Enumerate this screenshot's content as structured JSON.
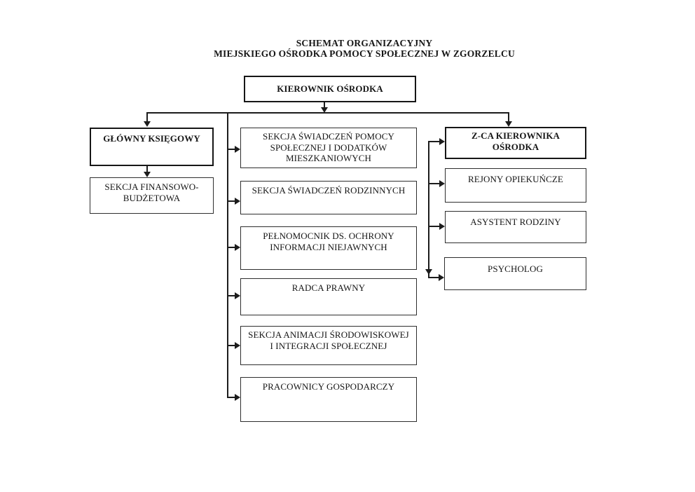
{
  "title": {
    "line1": "SCHEMAT ORGANIZACYJNY",
    "line2": "MIEJSKIEGO OŚRODKA POMOCY SPOŁECZNEJ W ZGORZELCU"
  },
  "nodes": {
    "kierownik_osrodka": {
      "lines": [
        "KIEROWNIK OŚRODKA"
      ]
    },
    "glowny_ksiegowy": {
      "lines": [
        "GŁÓWNY KSIĘGOWY"
      ]
    },
    "sekcja_finansowo": {
      "lines": [
        "SEKCJA FINANSOWO-",
        "BUDŻETOWA"
      ]
    },
    "sekcja_swiadczen_pomocy": {
      "lines": [
        "SEKCJA ŚWIADCZEŃ POMOCY",
        "SPOŁECZNEJ I DODATKÓW",
        "MIESZKANIOWYCH"
      ]
    },
    "sekcja_swiadczen_rodzinnych": {
      "lines": [
        "SEKCJA ŚWIADCZEŃ RODZINNYCH"
      ]
    },
    "pelnomocnik": {
      "lines": [
        "PEŁNOMOCNIK DS. OCHRONY",
        "INFORMACJI NIEJAWNYCH"
      ]
    },
    "radca_prawny": {
      "lines": [
        "RADCA PRAWNY"
      ]
    },
    "sekcja_animacji": {
      "lines": [
        "SEKCJA ANIMACJI ŚRODOWISKOWEJ",
        "I INTEGRACJI SPOŁECZNEJ"
      ]
    },
    "pracownicy_gospodarczy": {
      "lines": [
        "PRACOWNICY GOSPODARCZY"
      ]
    },
    "zca_kierownika": {
      "lines": [
        "Z-CA KIEROWNIKA",
        "OŚRODKA"
      ]
    },
    "rejony_opiekuncze": {
      "lines": [
        "REJONY OPIEKUŃCZE"
      ]
    },
    "asystent_rodziny": {
      "lines": [
        "ASYSTENT RODZINY"
      ]
    },
    "psycholog": {
      "lines": [
        "PSYCHOLOG"
      ]
    }
  },
  "edges": [
    {
      "from": "kierownik_osrodka",
      "to": "glowny_ksiegowy"
    },
    {
      "from": "kierownik_osrodka",
      "to": "sekcja_swiadczen_pomocy"
    },
    {
      "from": "kierownik_osrodka",
      "to": "sekcja_swiadczen_rodzinnych"
    },
    {
      "from": "kierownik_osrodka",
      "to": "pelnomocnik"
    },
    {
      "from": "kierownik_osrodka",
      "to": "radca_prawny"
    },
    {
      "from": "kierownik_osrodka",
      "to": "sekcja_animacji"
    },
    {
      "from": "kierownik_osrodka",
      "to": "pracownicy_gospodarczy"
    },
    {
      "from": "kierownik_osrodka",
      "to": "zca_kierownika"
    },
    {
      "from": "glowny_ksiegowy",
      "to": "sekcja_finansowo"
    },
    {
      "from": "zca_kierownika",
      "to": "rejony_opiekuncze"
    },
    {
      "from": "zca_kierownika",
      "to": "asystent_rodziny"
    },
    {
      "from": "zca_kierownika",
      "to": "psycholog"
    }
  ],
  "colors": {
    "line": "#1c1c1c",
    "text": "#161616",
    "background": "#ffffff"
  }
}
